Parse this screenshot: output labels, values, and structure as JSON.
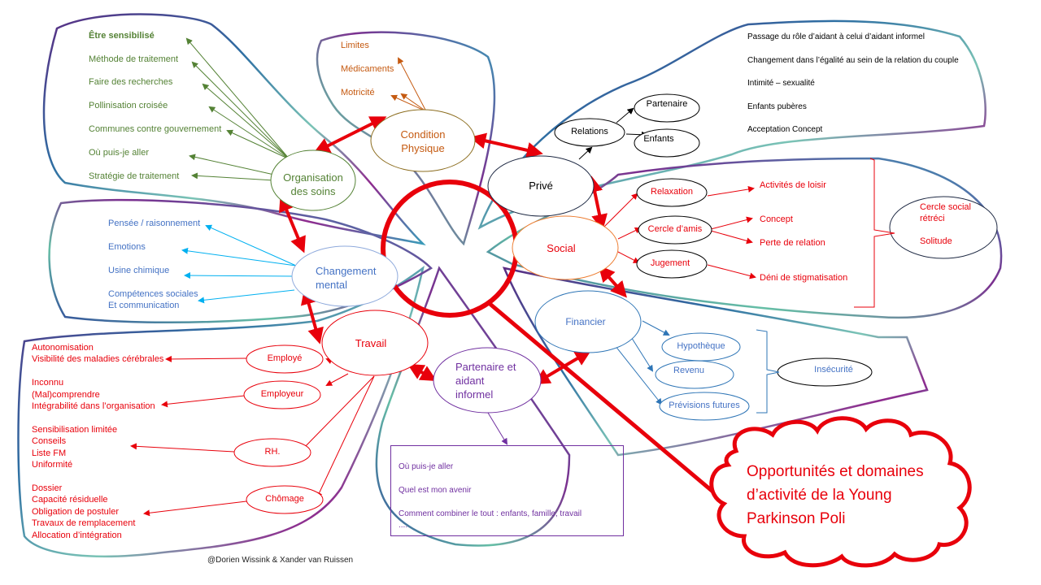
{
  "central": {
    "label": ""
  },
  "cloud": {
    "text_lines": [
      "Opportunités et domaines",
      "d’activité de la Young",
      "Parkinson Poli"
    ]
  },
  "credit": "@Dorien Wissink & Xander van Ruissen",
  "nodes": {
    "organisation": {
      "line1": "Organisation",
      "line2": "des soins"
    },
    "condition": {
      "line1": "Condition",
      "line2": "Physique"
    },
    "prive": {
      "label": "Privé"
    },
    "social": {
      "label": "Social"
    },
    "financier": {
      "label": "Financier"
    },
    "partenaire": {
      "line1": "Partenaire et",
      "line2": "aidant",
      "line3": "informel"
    },
    "travail": {
      "label": "Travail"
    },
    "changement": {
      "line1": "Changement",
      "line2": "mental"
    }
  },
  "organisation_items": [
    "Être sensibilisé",
    "Méthode de traitement",
    "Faire des recherches",
    "Pollinisation croisée",
    "Communes contre gouvernement",
    "Où puis-je aller",
    "Stratégie de traitement"
  ],
  "condition_items": [
    "Limites",
    "Médicaments",
    "Motricité"
  ],
  "prive_sub": {
    "relations": "Relations",
    "partenaire": "Partenaire",
    "enfants": "Enfants"
  },
  "prive_notes": [
    "Passage du rôle d’aidant à celui d’aidant informel",
    "Changement dans l’égalité au sein de la relation du couple",
    "Intimité – sexualité",
    "Enfants pubères",
    "Acceptation  Concept"
  ],
  "social_sub": {
    "relaxation": "Relaxation",
    "cercle": "Cercle d’amis",
    "jugement": "Jugement",
    "activites": "Activités de loisir",
    "concept": "Concept",
    "perte": "Perte de relation",
    "deni": "Déni de stigmatisation",
    "result_line1": "Cercle social",
    "result_line2": "rétréci",
    "result_line3": "Solitude"
  },
  "changement_items": [
    "Pensée / raisonnement",
    "Emotions",
    "Usine chimique",
    "Compétences sociales",
    "Et communication"
  ],
  "financier_sub": {
    "hypotheque": "Hypothèque",
    "revenu": "Revenu",
    "previsions": "Prévisions futures",
    "insecurite": "Insécurité"
  },
  "travail_sub": {
    "employe": "Employé",
    "employeur": "Employeur",
    "rh": "RH.",
    "chomage": "Chômage",
    "employe_items": [
      "Autonomisation",
      "Visibilité des maladies cérébrales"
    ],
    "employeur_items": [
      "Inconnu",
      "(Mal)comprendre",
      "Intégrabilité dans l’organisation"
    ],
    "rh_items": [
      "Sensibilisation limitée",
      "Conseils",
      "Liste FM",
      "Uniformité"
    ],
    "chomage_items": [
      "Dossier",
      "Capacité résiduelle",
      "Obligation de postuler",
      "Travaux de remplacement",
      "Allocation d’intégration"
    ]
  },
  "partenaire_box": [
    "Où puis-je aller",
    "Quel est mon avenir",
    "Comment combiner le tout : enfants, famille, travail",
    "...."
  ],
  "colors": {
    "accent_red": "#e8000b",
    "green": "#548235",
    "orange": "#c55a11",
    "blue": "#4472c4",
    "cyan": "#00b0f0",
    "purple": "#7030a0"
  }
}
